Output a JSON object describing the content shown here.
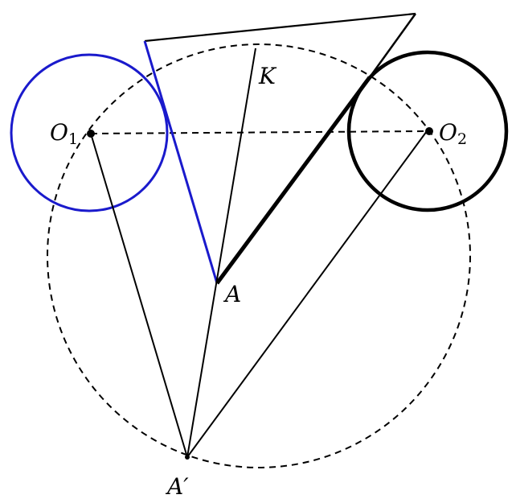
{
  "labels": {
    "O1": {
      "base": "O",
      "sub": "1"
    },
    "O2": {
      "base": "O",
      "sub": "2"
    },
    "K": {
      "text": "K"
    },
    "A": {
      "text": "A"
    },
    "A_prime": {
      "text": "A′"
    }
  },
  "colors": {
    "circle_O1": "#1a1acc",
    "tangent_O1": "#1a1acc",
    "ink": "#000000"
  }
}
